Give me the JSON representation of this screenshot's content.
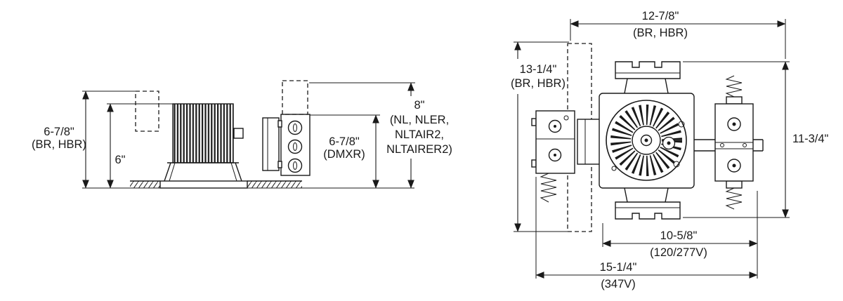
{
  "side_view": {
    "dim_overall": {
      "value": "6-7/8\"",
      "models": "(BR, HBR)"
    },
    "dim_housing": {
      "value": "6\""
    },
    "dim_dmxr": {
      "value": "6-7/8\"",
      "models": "(DMXR)"
    },
    "dim_nl": {
      "value": "8\"",
      "line1": "(NL, NLER,",
      "line2": "NLTAIR2,",
      "line3": "NLTAIRER2)"
    }
  },
  "plan_view": {
    "dim_top": {
      "value": "12-7/8\"",
      "models": "(BR, HBR)"
    },
    "dim_left": {
      "value": "13-1/4\"",
      "models": "(BR, HBR)"
    },
    "dim_right": {
      "value": "11-3/4\""
    },
    "dim_inner": {
      "value": "10-5/8\"",
      "models": "(120/277V)"
    },
    "dim_outer": {
      "value": "15-1/4\"",
      "models": "(347V)"
    }
  }
}
